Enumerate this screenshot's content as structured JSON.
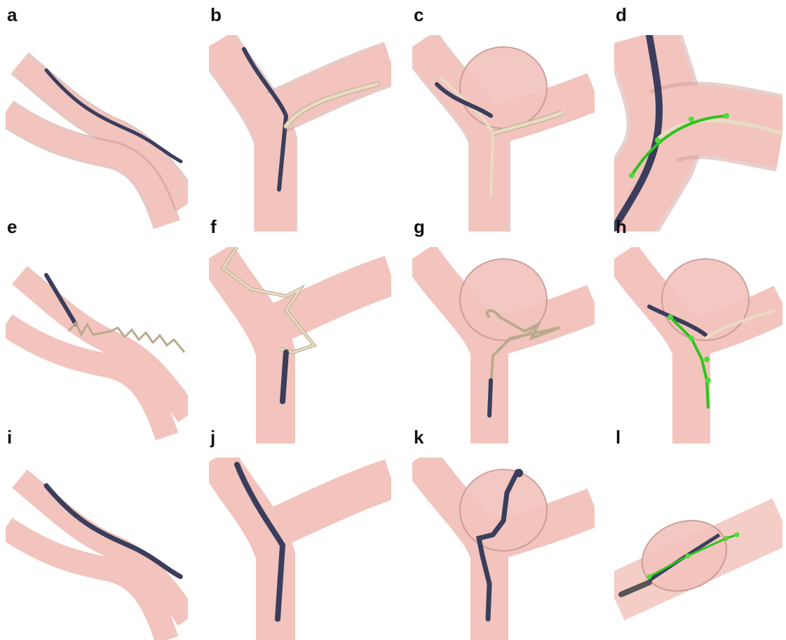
{
  "colors": {
    "vessel_fill": "#f2c4bd",
    "vessel_edge": "#c99a94",
    "dark_path": "#3a3e5c",
    "light_path": "#e9dcc4",
    "light_path_edge": "#b9aa8c",
    "guide": "#2fc21f",
    "guide_node": "#4fdc3a"
  },
  "panels": [
    {
      "label": "a"
    },
    {
      "label": "b"
    },
    {
      "label": "c"
    },
    {
      "label": "d"
    },
    {
      "label": "e"
    },
    {
      "label": "f"
    },
    {
      "label": "g"
    },
    {
      "label": "h"
    },
    {
      "label": "i"
    },
    {
      "label": "j"
    },
    {
      "label": "k"
    },
    {
      "label": "l"
    }
  ]
}
